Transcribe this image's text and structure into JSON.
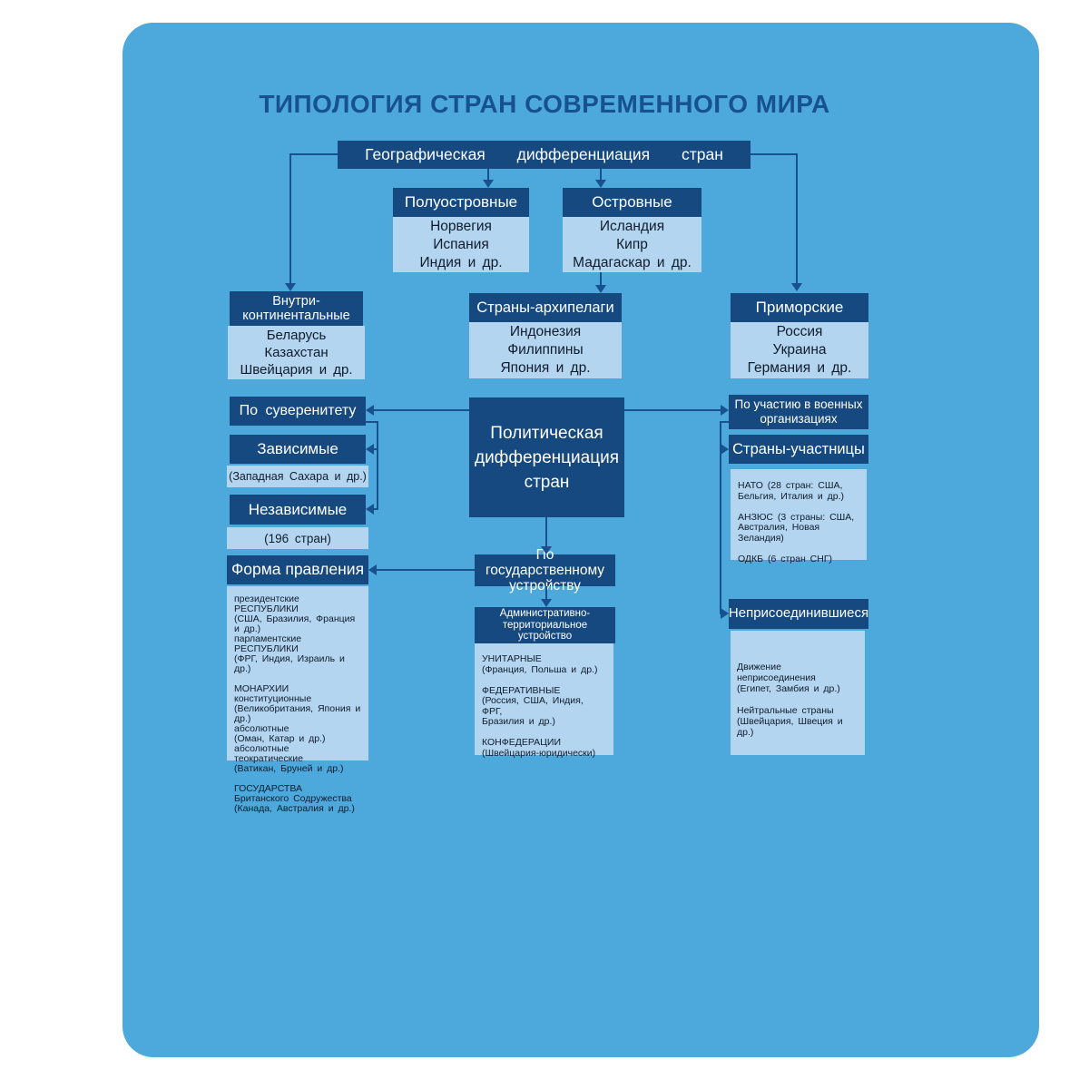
{
  "title": "ТИПОЛОГИЯ СТРАН СОВРЕМЕННОГО МИРА",
  "colors": {
    "page_background": "#ffffff",
    "panel_background": "#4DA8DC",
    "box_dark": "#15497F",
    "box_light": "#B3D5F0",
    "connector_line": "#17528E",
    "title_text": "#17528E",
    "body_text": "#101C2C"
  },
  "geo": {
    "root_label": "Географическая  дифференциация  стран",
    "peninsular": {
      "label": "Полуостровные",
      "countries": [
        "Норвегия",
        "Испания",
        "Индия и др."
      ]
    },
    "island": {
      "label": "Островные",
      "countries": [
        "Исландия",
        "Кипр",
        "Мадагаскар и др."
      ]
    },
    "inland": {
      "label": [
        "Внутри-",
        "континентальные"
      ],
      "countries": [
        "Беларусь",
        "Казахстан",
        "Швейцария и др."
      ]
    },
    "archipelago": {
      "label": "Страны-архипелаги",
      "countries": [
        "Индонезия",
        "Филиппины",
        "Япония и др."
      ]
    },
    "maritime": {
      "label": "Приморские",
      "countries": [
        "Россия",
        "Украина",
        "Германия и др."
      ]
    }
  },
  "political": {
    "root_label": [
      "Политическая",
      "дифференциация",
      "стран"
    ],
    "sovereignty": {
      "label": "По суверенитету",
      "dependent_label": "Зависимые",
      "dependent_note": "(Западная Сахара и др.)",
      "independent_label": "Независимые",
      "independent_note": "(196 стран)"
    },
    "government_form": {
      "label": "Форма правления",
      "content": [
        "президентские РЕСПУБЛИКИ",
        "(США, Бразилия, Франция и др.)",
        "парламентские РЕСПУБЛИКИ",
        "(ФРГ, Индия, Израиль и др.)",
        "",
        "МОНАРХИИ",
        "конституционные",
        "(Великобритания, Япония и др.)",
        "абсолютные",
        "(Оман, Катар и др.)",
        "абсолютные теократические",
        "(Ватикан, Бруней и др.)",
        "",
        "ГОСУДАРСТВА",
        "Британского Содружества",
        "(Канада, Австралия и др.)"
      ]
    },
    "state_structure": {
      "label": [
        "По государственному",
        "устройству"
      ],
      "admin_label": [
        "Административно-",
        "территориальное",
        "устройство"
      ],
      "admin_content": [
        "УНИТАРНЫЕ",
        "(Франция, Польша и др.)",
        "",
        "ФЕДЕРАТИВНЫЕ",
        "(Россия, США, Индия, ФРГ,",
        "Бразилия и др.)",
        "",
        "КОНФЕДЕРАЦИИ",
        "(Швейцария-юридически)"
      ]
    },
    "military": {
      "label": [
        "По участию в военных",
        "организациях"
      ],
      "members_label": "Страны-участницы",
      "members_content": [
        "НАТО (28 стран: США,",
        "Бельгия, Италия и др.)",
        "",
        "АНЗЮС (3 страны: США,",
        "Австралия, Новая Зеландия)",
        "",
        "ОДКБ (6 стран СНГ)"
      ],
      "nonaligned_label": "Неприсоединившиеся",
      "nonaligned_content": [
        "Движение",
        "неприсоединения",
        "(Египет, Замбия и др.)",
        "",
        "Нейтральные страны",
        "(Швейцария, Швеция и др.)"
      ]
    }
  }
}
